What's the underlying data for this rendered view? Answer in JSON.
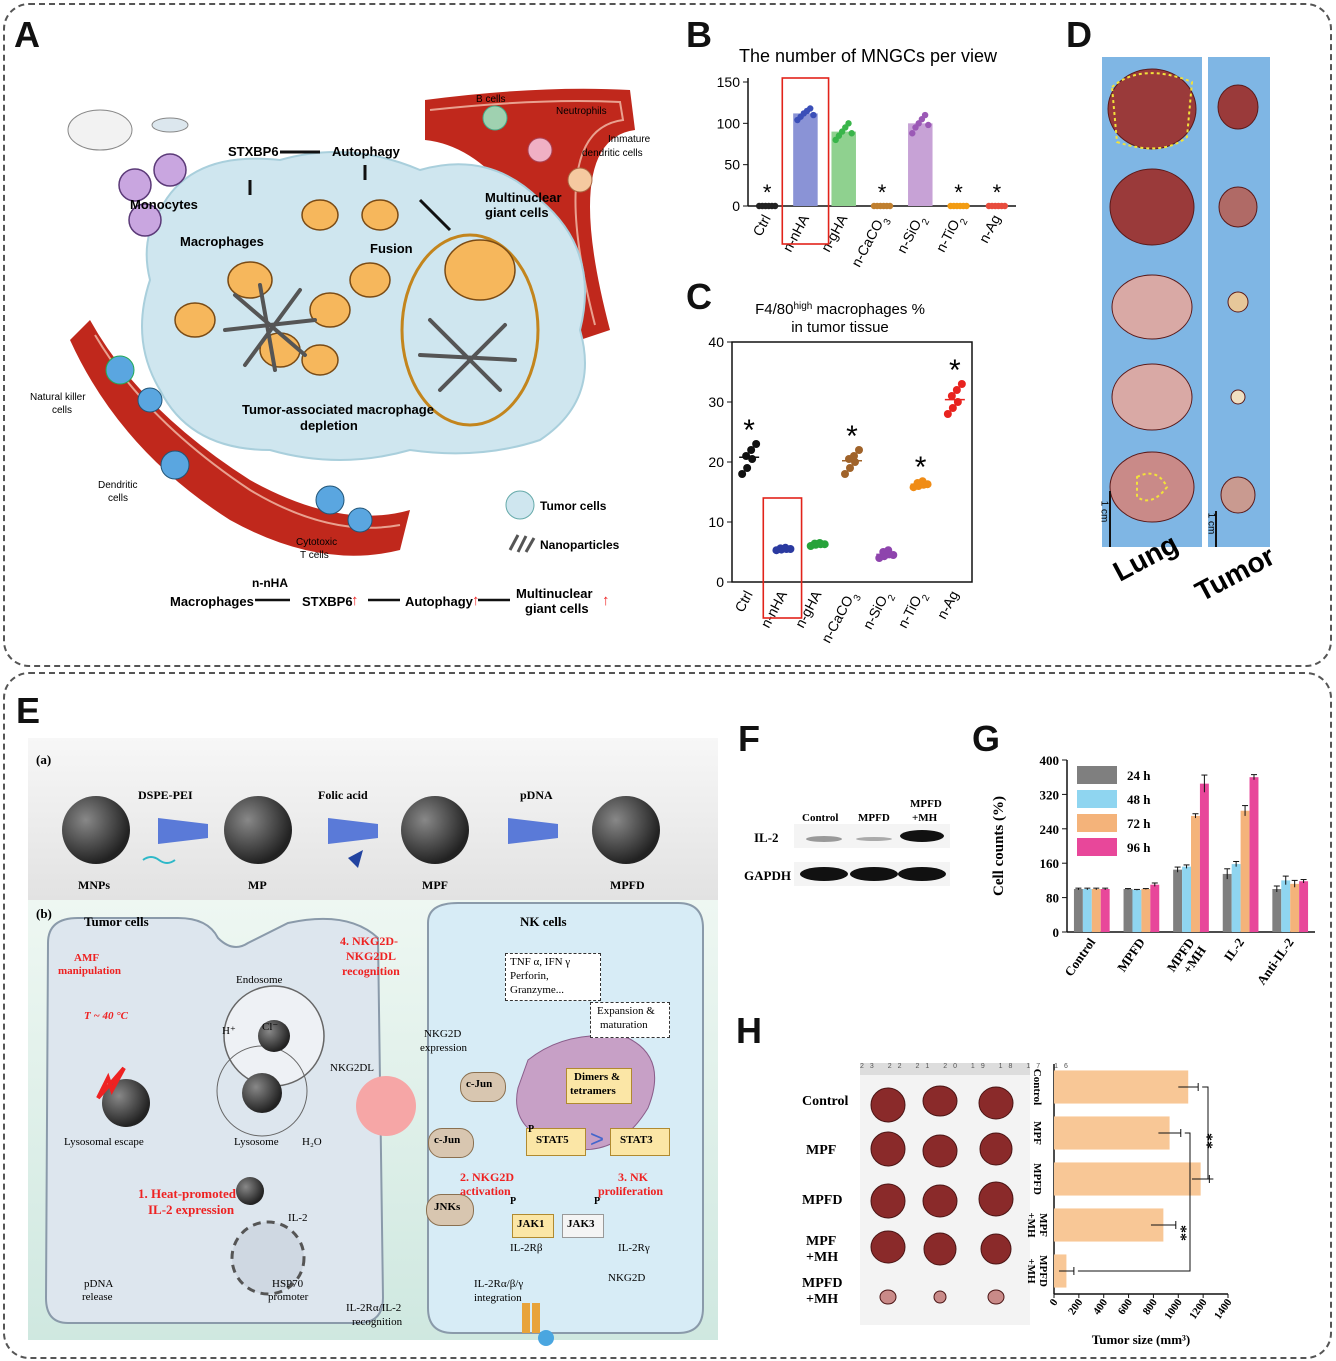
{
  "panels": {
    "A": "A",
    "B": "B",
    "C": "C",
    "D": "D",
    "E": "E",
    "F": "F",
    "G": "G",
    "H": "H"
  },
  "panelA": {
    "labels": [
      "STXBP6",
      "Autophagy",
      "Fusion",
      "Monocytes",
      "Macrophages",
      "Multinuclear",
      "giant cells",
      "Tumor-associated macrophage",
      "depletion",
      "B cells",
      "Neutrophils",
      "Immature",
      "dendritic cells",
      "Natural killer",
      "cells",
      "Dendritic",
      "cells",
      "Cytotoxic",
      "T cells"
    ],
    "legend": {
      "tumor": "Tumor cells",
      "np": "Nanoparticles"
    },
    "flow": {
      "start": "Macrophages",
      "over": "n-nHA",
      "s2": "STXBP6",
      "s3": "Autophagy",
      "s4a": "Multinuclear",
      "s4b": "giant cells",
      "up": "↑"
    }
  },
  "chart_data": [
    {
      "id": "B",
      "type": "scatter",
      "title": "The number of MNGCs per view",
      "categories": [
        "Ctrl",
        "n-nHA",
        "n-gHA",
        "n-CaCO3",
        "n-SiO2",
        "n-TiO2",
        "n-Ag"
      ],
      "category_labels": [
        {
          "base": "Ctrl",
          "sub": ""
        },
        {
          "base": "n-nHA",
          "sub": ""
        },
        {
          "base": "n-gHA",
          "sub": ""
        },
        {
          "base": "n-CaCO",
          "sub": "3"
        },
        {
          "base": "n-SiO",
          "sub": "2"
        },
        {
          "base": "n-TiO",
          "sub": "2"
        },
        {
          "base": "n-Ag",
          "sub": ""
        }
      ],
      "ylim": [
        0,
        150
      ],
      "yticks": [
        0,
        50,
        100,
        150
      ],
      "bars": [
        0,
        112,
        90,
        0,
        100,
        0,
        0
      ],
      "points": [
        [
          0,
          0,
          0,
          0,
          0,
          0
        ],
        [
          104,
          108,
          112,
          115,
          118,
          110
        ],
        [
          80,
          85,
          90,
          95,
          100,
          88
        ],
        [
          0,
          0,
          0,
          0,
          0,
          0
        ],
        [
          88,
          95,
          100,
          105,
          110,
          98
        ],
        [
          0,
          0,
          0,
          0,
          0,
          0
        ],
        [
          0,
          0,
          0,
          0,
          0,
          0
        ]
      ],
      "colors": [
        "#222222",
        "#3b4fb8",
        "#39b54a",
        "#c07f2e",
        "#9b59b6",
        "#f39c12",
        "#e84c3d"
      ],
      "bar_colors": [
        "#999999",
        "#8a93d6",
        "#8fd18f",
        "#d8b07c",
        "#c7a2d6",
        "#f5c27a",
        "#f08a80"
      ],
      "stars": [
        "*",
        "",
        "",
        "*",
        "",
        "*",
        "*"
      ],
      "highlight": 1
    },
    {
      "id": "C",
      "type": "scatter",
      "title": "F4/80",
      "title_sup": "high",
      "title_rest": " macrophages %",
      "title2": "in tumor tissue",
      "categories": [
        "Ctrl",
        "n-nHA",
        "n-gHA",
        "n-CaCO3",
        "n-SiO2",
        "n-TiO2",
        "n-Ag"
      ],
      "category_labels": [
        {
          "base": "Ctrl",
          "sub": ""
        },
        {
          "base": "n-nHA",
          "sub": ""
        },
        {
          "base": "n-gHA",
          "sub": ""
        },
        {
          "base": "n-CaCO",
          "sub": "3"
        },
        {
          "base": "n-SiO",
          "sub": "2"
        },
        {
          "base": "n-TiO",
          "sub": "2"
        },
        {
          "base": "n-Ag",
          "sub": ""
        }
      ],
      "ylim": [
        0,
        40
      ],
      "yticks": [
        0,
        10,
        20,
        30,
        40
      ],
      "points": [
        [
          18,
          19,
          20.5,
          21,
          22,
          23
        ],
        [
          5.3,
          5.4,
          5.5,
          5.6,
          5.7,
          5.5
        ],
        [
          6,
          6.2,
          6.3,
          6.4,
          6.5,
          6.3
        ],
        [
          18,
          19,
          20,
          20.5,
          21,
          22
        ],
        [
          4,
          4.3,
          4.6,
          5,
          5.3,
          4.5
        ],
        [
          15.8,
          16,
          16.2,
          16.5,
          16.8,
          16.3
        ],
        [
          28,
          29,
          30,
          31,
          32,
          33
        ]
      ],
      "means": [
        20.8,
        5.5,
        6.3,
        20.2,
        4.6,
        16.3,
        30.4
      ],
      "colors": [
        "#111111",
        "#2b3aa0",
        "#27a33a",
        "#a0632a",
        "#8e44ad",
        "#f08c16",
        "#e8231f"
      ],
      "stars": [
        "*",
        "",
        "",
        "*",
        "",
        "*",
        "*"
      ],
      "highlight": 1
    },
    {
      "id": "G",
      "type": "bar",
      "categories": [
        "Control",
        "MPFD",
        "MPFD +MH",
        "IL-2",
        "Anti-IL-2"
      ],
      "category_lines": [
        [
          "Control"
        ],
        [
          "MPFD"
        ],
        [
          "MPFD",
          "+MH"
        ],
        [
          "IL-2"
        ],
        [
          "Anti-IL-2"
        ]
      ],
      "series": [
        {
          "name": "24 h",
          "values": [
            100,
            100,
            145,
            135,
            100
          ],
          "err": [
            2,
            1,
            6,
            12,
            7
          ],
          "color": "#7f7f7f"
        },
        {
          "name": "48 h",
          "values": [
            100,
            98,
            152,
            158,
            120
          ],
          "err": [
            2,
            1,
            4,
            6,
            10
          ],
          "color": "#8fd5f0"
        },
        {
          "name": "72 h",
          "values": [
            100,
            100,
            270,
            282,
            112
          ],
          "err": [
            2,
            1,
            5,
            12,
            8
          ],
          "color": "#f4b37a"
        },
        {
          "name": "96 h",
          "values": [
            100,
            110,
            345,
            360,
            118
          ],
          "err": [
            2,
            4,
            20,
            6,
            4
          ],
          "color": "#e8479a"
        }
      ],
      "ylabel": "Cell counts (%)",
      "ylim": [
        0,
        400
      ],
      "yticks": [
        0,
        80,
        160,
        240,
        320,
        400
      ]
    },
    {
      "id": "H",
      "type": "bar",
      "orientation": "horizontal",
      "categories": [
        "Control",
        "MPF",
        "MPFD",
        "MPF +MH",
        "MPFD +MH"
      ],
      "category_lines": [
        [
          "Control"
        ],
        [
          "MPF"
        ],
        [
          "MPFD"
        ],
        [
          "MPF",
          "+MH"
        ],
        [
          "MPFD",
          "+MH"
        ]
      ],
      "values": [
        1080,
        930,
        1180,
        880,
        100
      ],
      "err": [
        80,
        90,
        70,
        100,
        60
      ],
      "xlabel": "Tumor size (mm³)",
      "xlim": [
        0,
        1400
      ],
      "xticks": [
        0,
        200,
        400,
        600,
        800,
        1000,
        1200,
        1400
      ],
      "color": "#f8c796",
      "sig": [
        "**",
        "**"
      ]
    }
  ],
  "panelD": {
    "lung": "Lung",
    "tumor": "Tumor",
    "scale": "1 cm"
  },
  "panelE": {
    "a_label": "(a)",
    "b_label": "(b)",
    "a_items": [
      "MNPs",
      "MP",
      "MPF",
      "MPFD"
    ],
    "a_arrows": [
      "DSPE-PEI",
      "Folic acid",
      "pDNA"
    ],
    "tumor_cells": "Tumor cells",
    "nk_cells": "NK cells",
    "amf1": "AMF",
    "amf2": "manipulation",
    "temp": "T ~ 40 °C",
    "endosome": "Endosome",
    "lysosome": "Lysosome",
    "escape": "Lysosomal escape",
    "h": "H⁺",
    "cl": "Cl⁻",
    "h2o": "H₂O",
    "heat1": "1. Heat-promoted",
    "heat2": "IL-2 expression",
    "pdna1": "pDNA",
    "pdna2": "release",
    "hsp1": "HSP70",
    "hsp2": "promoter",
    "il2": "IL-2",
    "il2r1": "IL-2Rα/IL-2",
    "il2r2": "recognition",
    "nkg2dl": "NKG2DL",
    "rec1": "4. NKG2D-",
    "rec2": "NKG2DL",
    "rec3": "recognition",
    "nkg2dexp1": "NKG2D",
    "nkg2dexp2": "expression",
    "cyto1": "TNF α, IFN γ",
    "cyto2": "Perforin,",
    "cyto3": "Granzyme...",
    "exp1": "Expansion &",
    "exp2": "maturation",
    "cjun": "c-Jun",
    "jnks": "JNKs",
    "stat5": "STAT5",
    "stat3": "STAT3",
    "gt": ">",
    "dim1": "Dimers &",
    "dim2": "tetramers",
    "act1": "2. NKG2D",
    "act2": "activation",
    "pro1": "3. NK",
    "pro2": "proliferation",
    "jak1": "JAK1",
    "jak3": "JAK3",
    "p": "P",
    "il2rb": "IL-2Rβ",
    "il2rg": "IL-2Rγ",
    "int1": "IL-2Rα/β/γ",
    "int2": "integration",
    "nkg2d": "NKG2D"
  },
  "panelF": {
    "lanes": [
      "Control",
      "MPFD",
      "MPFD",
      "+MH"
    ],
    "rows": [
      "IL-2",
      "GAPDH"
    ]
  },
  "panelH": {
    "rows": [
      "Control",
      "MPF",
      "MPFD",
      "MPF",
      "+MH",
      "MPFD",
      "+MH"
    ],
    "ruler": "23 22 21 20 19 18 17 16"
  }
}
